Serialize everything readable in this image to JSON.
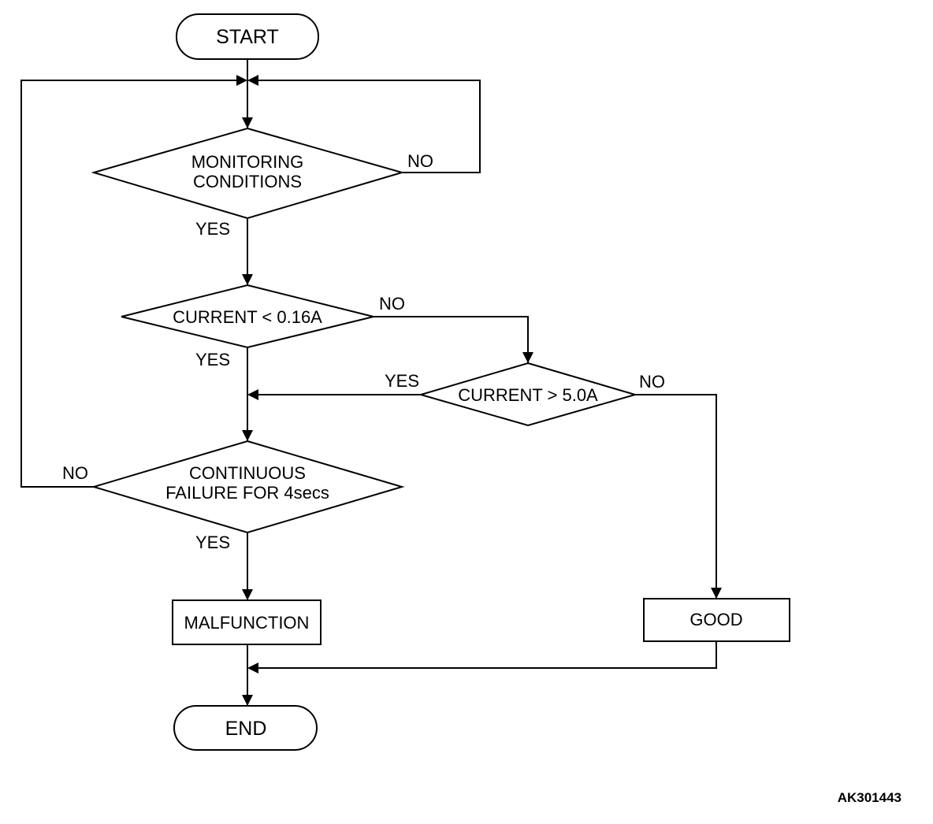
{
  "nodes": {
    "start": "START",
    "monitoring_line1": "MONITORING",
    "monitoring_line2": "CONDITIONS",
    "current_low": "CURRENT < 0.16A",
    "current_high": "CURRENT > 5.0A",
    "continuous_line1": "CONTINUOUS",
    "continuous_line2": "FAILURE FOR 4secs",
    "malfunction": "MALFUNCTION",
    "good": "GOOD",
    "end": "END"
  },
  "branch_labels": {
    "monitoring_no": "NO",
    "monitoring_yes": "YES",
    "current_low_no": "NO",
    "current_low_yes": "YES",
    "current_high_yes": "YES",
    "current_high_no": "NO",
    "continuous_no": "NO",
    "continuous_yes": "YES"
  },
  "reference_code": "AK301443"
}
